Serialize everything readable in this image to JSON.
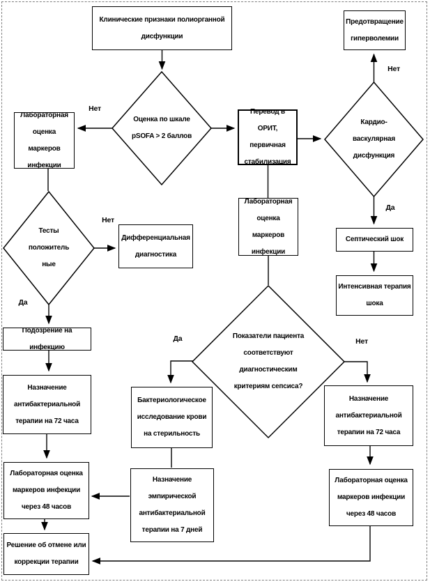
{
  "page": {
    "background": "#ffffff",
    "border_color": "#808080",
    "line_color": "#000000",
    "text_color": "#000000"
  },
  "labels": {
    "yes": "Да",
    "no": "Нет"
  },
  "nodes": {
    "clinical_signs": "Клинические признаки полиорганной дисфункции",
    "psofa": "Оценка по шкале pSOFA > 2 баллов",
    "lab_markers_left": "Лабораторная оценка маркеров инфекции",
    "transfer_icu": "Перевод в ОРИТ, первичная стабилизация",
    "cardiovascular": "Кардио-васкулярная дисфункция",
    "prevent_hypervolemia": "Предотвращение гиперволемии",
    "septic_shock": "Септический шок",
    "shock_therapy": "Интенсивная терапия шока",
    "lab_markers_center": "Лабораторная оценка маркеров инфекции",
    "tests_positive": "Тесты положитель ные",
    "differential_diagnostics": "Дифференциальная диагностика",
    "suspected_infection": "Подозрение на инфекцию",
    "abx_72h_left": "Назначение антибактериальной терапии на 72 часа",
    "sepsis_criteria": "Показатели пациента соответствуют диагностическим критериям сепсиса?",
    "blood_culture": "Бактериологическое исследование крови на стерильность",
    "empiric_abx_7d": "Назначение эмпирической антибактериальной терапии на 7 дней",
    "abx_72h_right": "Назначение антибактериальной терапии на 72 часа",
    "lab_48h_left": "Лабораторная оценка маркеров инфекции через 48 часов",
    "lab_48h_right": "Лабораторная оценка маркеров инфекции через 48 часов",
    "therapy_decision": "Решение об отмене или коррекции терапии"
  }
}
